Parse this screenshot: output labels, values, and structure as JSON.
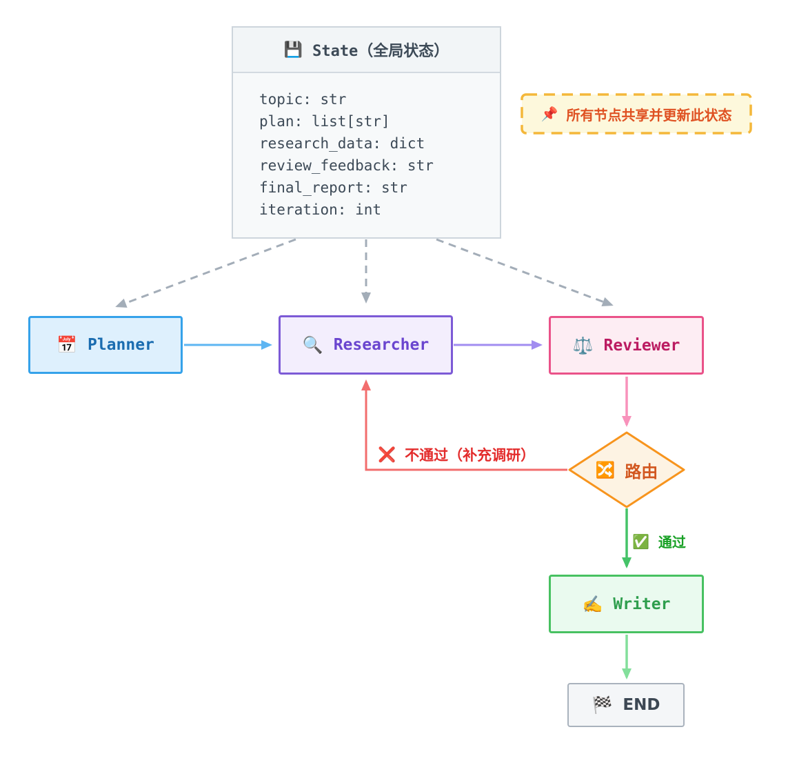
{
  "state_box": {
    "icon": "💾",
    "title": "State（全局状态）",
    "fields": [
      "topic: str",
      "plan: list[str]",
      "research_data: dict",
      "review_feedback: str",
      "final_report: str",
      "iteration: int"
    ]
  },
  "note": {
    "icon": "📌",
    "text": "所有节点共享并更新此状态"
  },
  "nodes": {
    "planner": {
      "icon": "📅",
      "label": "Planner"
    },
    "researcher": {
      "icon": "🔍",
      "label": "Researcher"
    },
    "reviewer": {
      "icon": "⚖️",
      "label": "Reviewer"
    },
    "router": {
      "icon": "🔀",
      "label": "路由"
    },
    "writer": {
      "icon": "✍️",
      "label": "Writer"
    },
    "end": {
      "icon": "🏁",
      "label": "END"
    }
  },
  "edge_labels": {
    "reject": {
      "icon": "❌",
      "text": "不通过（补充调研）"
    },
    "pass": {
      "icon": "✅",
      "text": "通过"
    }
  },
  "colors": {
    "planner_accent": "#35a2ea",
    "researcher_accent": "#7c5ad6",
    "reviewer_accent": "#ea5289",
    "router_accent": "#f7941d",
    "writer_accent": "#47c161",
    "end_accent": "#a9b2bd",
    "edge_blue": "#5db5f2",
    "edge_purple": "#a18cf0",
    "edge_pink": "#f892bb",
    "edge_red": "#f26d6d",
    "edge_green": "#45c368",
    "edge_lightgreen": "#83df9b",
    "edge_gray": "#a3adb8",
    "note_border": "#f4b73a",
    "note_bg": "#fdf8dc",
    "note_text": "#df5122",
    "reject_text": "#e32c2c",
    "pass_text": "#17a024"
  }
}
